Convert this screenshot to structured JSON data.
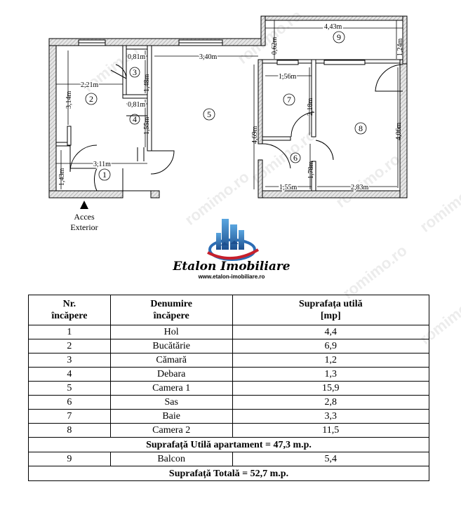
{
  "plan": {
    "dims": {
      "d_211_9_443": "4,43m",
      "d_211_9_062": "0,62m",
      "d_211_9_124": "1,24m",
      "d_081a": "0,81m",
      "d_148": "1,48m",
      "d_340": "3,40m",
      "d_221": "2,21m",
      "d_314": "3,14m",
      "d_081b": "0,81m",
      "d_155": "1,55m",
      "d_469": "4,69m",
      "d_156": "1,56m",
      "d_218": "2,18m",
      "d_406": "4,06m",
      "d_311": "3,11m",
      "d_143": "1,43m",
      "d_178": "1,78m",
      "d_155b": "1,55m",
      "d_283": "2,83m"
    },
    "rooms": [
      "1",
      "2",
      "3",
      "4",
      "5",
      "6",
      "7",
      "8",
      "9"
    ],
    "access": [
      "Acces",
      "Exterior"
    ]
  },
  "logo": {
    "name": "Etalon Imobiliare",
    "url": "www.etalon-imobiliare.ro"
  },
  "watermark": "romimo.ro",
  "table": {
    "headers": {
      "nr": [
        "Nr.",
        "încăpere"
      ],
      "den": [
        "Denumire",
        "încăpere"
      ],
      "sup": [
        "Suprafața utilă",
        "[mp]"
      ]
    },
    "rows": [
      {
        "nr": "1",
        "name": "Hol",
        "area": "4,4"
      },
      {
        "nr": "2",
        "name": "Bucătărie",
        "area": "6,9"
      },
      {
        "nr": "3",
        "name": "Cămară",
        "area": "1,2"
      },
      {
        "nr": "4",
        "name": "Debara",
        "area": "1,3"
      },
      {
        "nr": "5",
        "name": "Camera 1",
        "area": "15,9"
      },
      {
        "nr": "6",
        "name": "Sas",
        "area": "2,8"
      },
      {
        "nr": "7",
        "name": "Baie",
        "area": "3,3"
      },
      {
        "nr": "8",
        "name": "Camera 2",
        "area": "11,5"
      }
    ],
    "util_total": "Suprafață Utilă apartament = 47,3 m.p.",
    "balcon": {
      "nr": "9",
      "name": "Balcon",
      "area": "5,4"
    },
    "total": "Suprafață Totală = 52,7 m.p."
  }
}
